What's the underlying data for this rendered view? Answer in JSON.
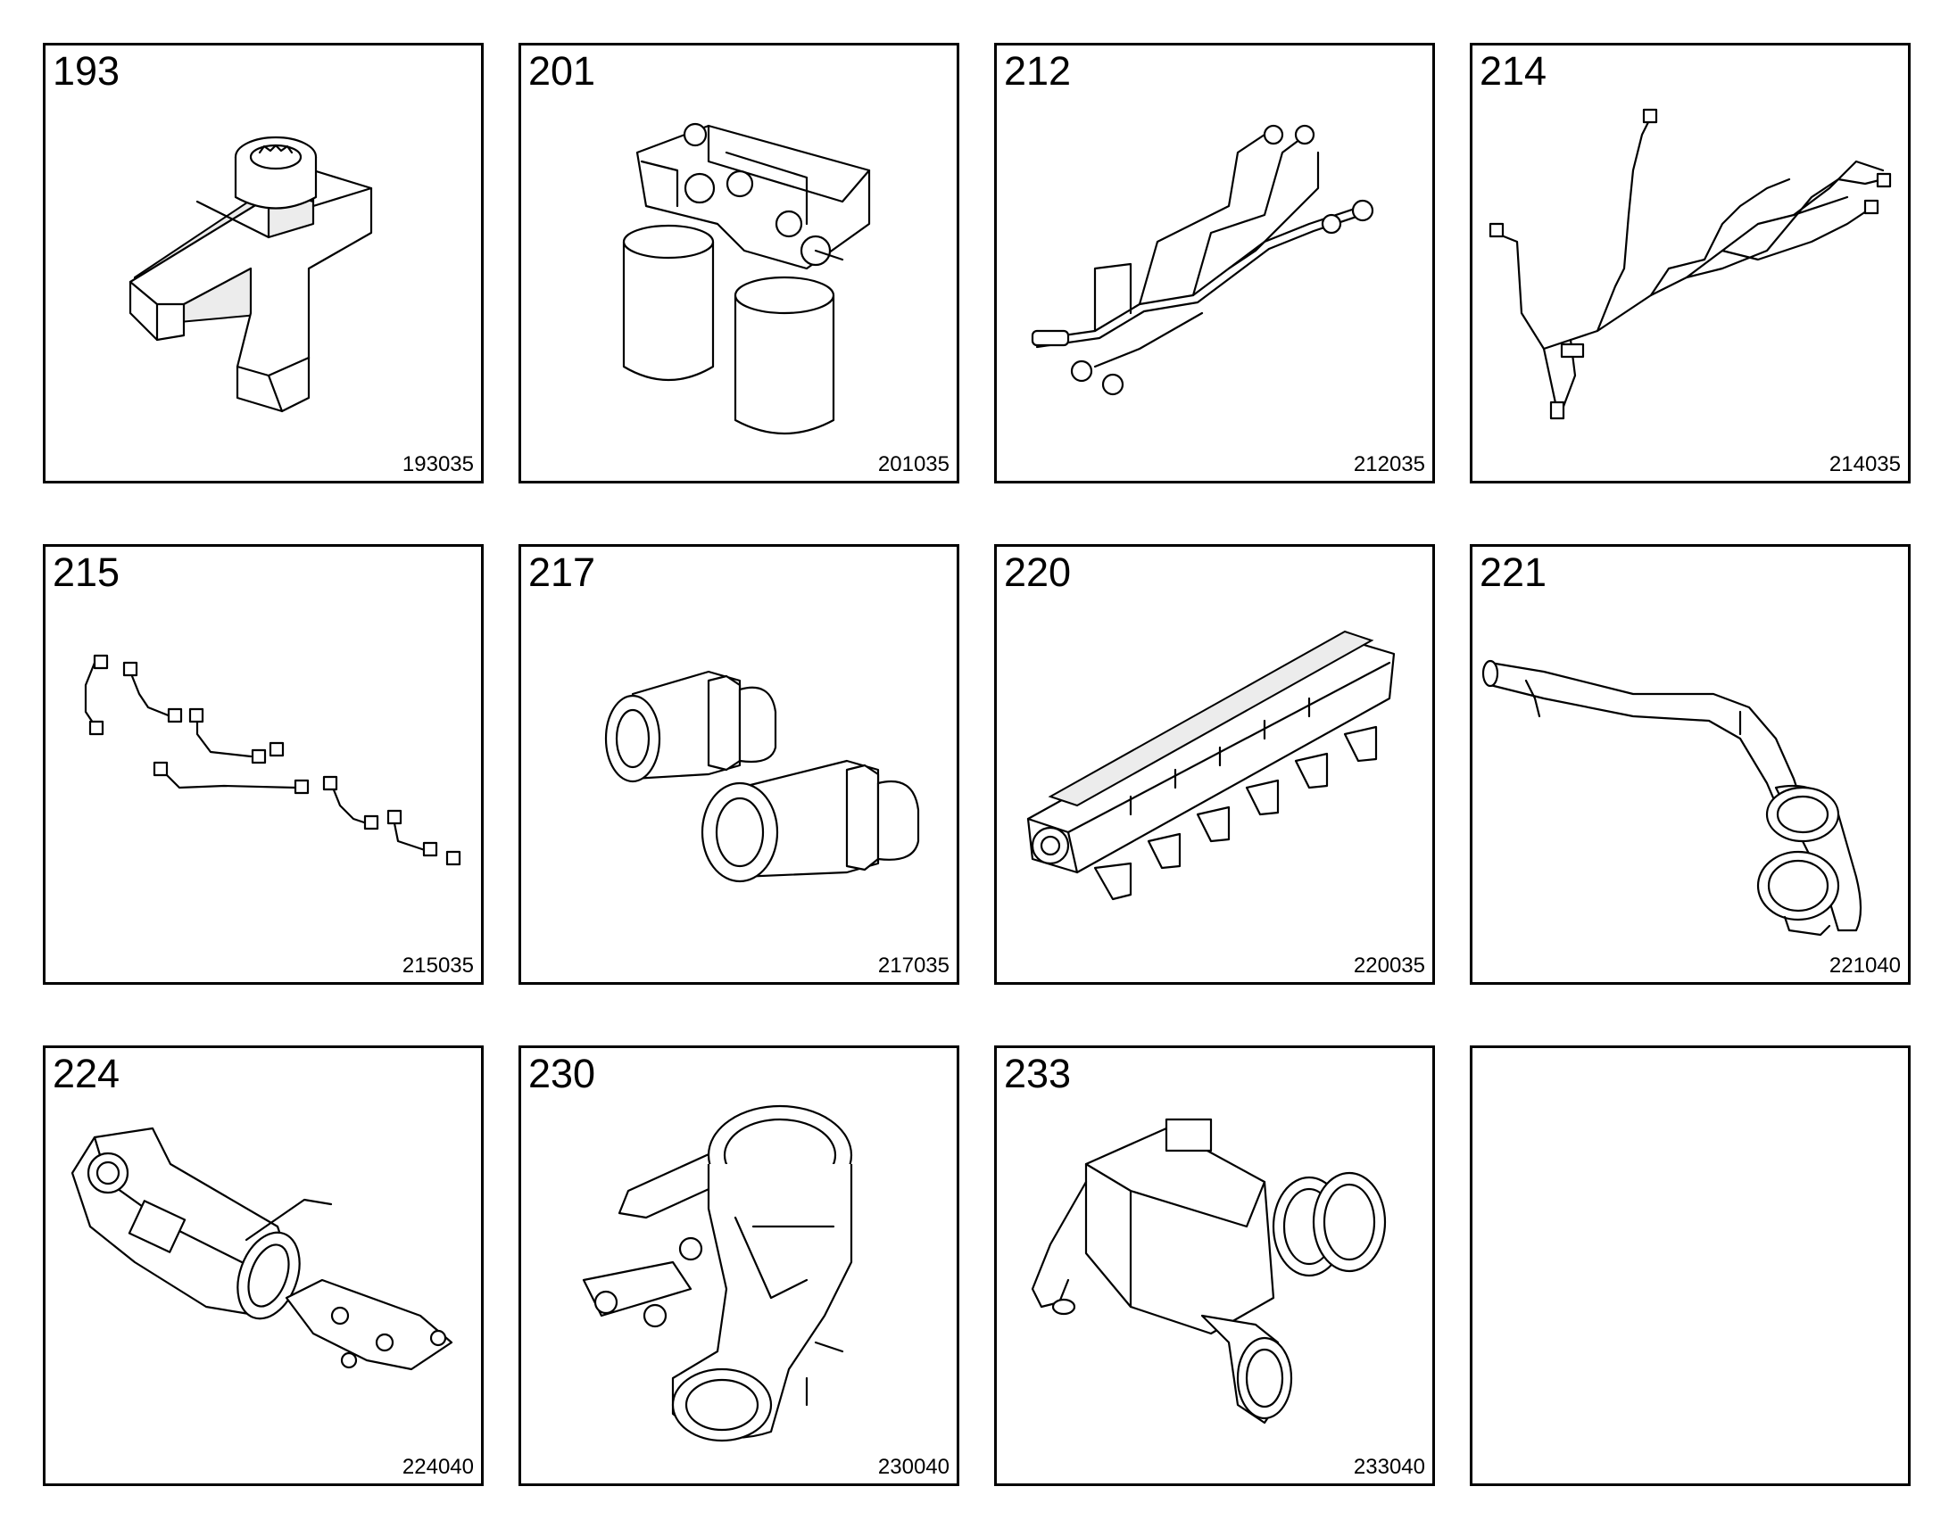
{
  "grid": {
    "cells": [
      {
        "number": "193",
        "code": "193035",
        "icon": "fork-yoke-icon"
      },
      {
        "number": "201",
        "code": "201035",
        "icon": "dual-fuel-filter-icon"
      },
      {
        "number": "212",
        "code": "212035",
        "icon": "fuel-rail-pipes-icon"
      },
      {
        "number": "214",
        "code": "214035",
        "icon": "wiring-harness-icon"
      },
      {
        "number": "215",
        "code": "215035",
        "icon": "injector-pipes-icon"
      },
      {
        "number": "217",
        "code": "217035",
        "icon": "pipe-fittings-icon"
      },
      {
        "number": "220",
        "code": "220035",
        "icon": "intake-manifold-icon"
      },
      {
        "number": "221",
        "code": "221040",
        "icon": "coolant-pipe-icon"
      },
      {
        "number": "224",
        "code": "224040",
        "icon": "egr-valve-assembly-icon"
      },
      {
        "number": "230",
        "code": "230040",
        "icon": "throttle-housing-icon"
      },
      {
        "number": "233",
        "code": "233040",
        "icon": "exhaust-housing-icon"
      },
      {
        "number": "",
        "code": "",
        "icon": ""
      }
    ]
  }
}
